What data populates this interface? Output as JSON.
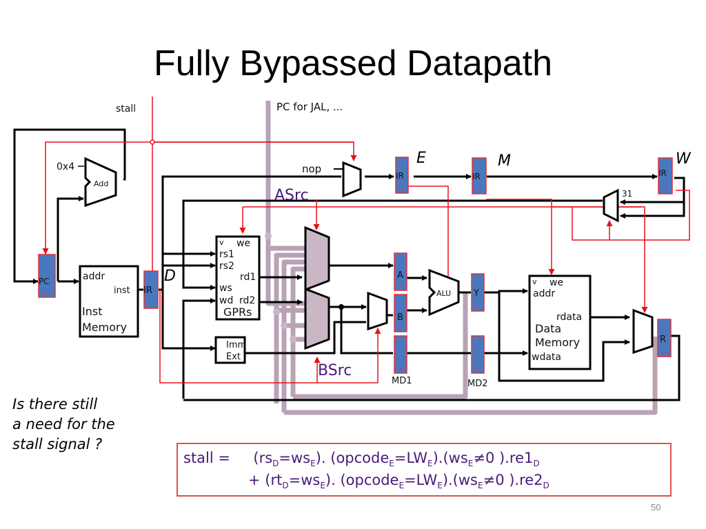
{
  "slide": {
    "title": "Fully Bypassed Datapath",
    "page_number": "50"
  },
  "diagram": {
    "signals": {
      "stall": "stall",
      "pc_for_jal": "PC for JAL, ...",
      "nop": "nop",
      "asrc": "ASrc",
      "bsrc": "BSrc",
      "const4": "0x4",
      "const31": "31"
    },
    "stages": [
      "D",
      "E",
      "M",
      "W"
    ],
    "components": {
      "adder": "Add",
      "pc": "PC",
      "inst_memory": {
        "addr": "addr",
        "inst": "inst",
        "name_line1": "Inst",
        "name_line2": "Memory"
      },
      "ir": "IR",
      "gprs": {
        "we": "we",
        "rs1": "rs1",
        "rs2": "rs2",
        "rd1": "rd1",
        "ws": "ws",
        "wd": "wd",
        "rd2": "rd2",
        "name": "GPRs"
      },
      "imm_ext": {
        "line1": "Imm",
        "line2": "Ext"
      },
      "reg_a": "A",
      "reg_b": "B",
      "md1": "MD1",
      "alu": "ALU",
      "reg_y": "Y",
      "md2": "MD2",
      "data_memory": {
        "we": "we",
        "addr": "addr",
        "rdata": "rdata",
        "name_line1": "Data",
        "name_line2": "Memory",
        "wdata": "wdata"
      },
      "reg_r": "R",
      "clock_mark": "^",
      "we_mark": "v"
    },
    "colors": {
      "register_fill": "#4a78bf",
      "register_border": "#e0303a",
      "control_wire": "#e8111b",
      "bypass_wire": "#b8a2b4",
      "text_purple": "#4b1a7a"
    }
  },
  "question": {
    "lines": [
      "Is there still",
      "a need for the",
      "stall signal ?"
    ]
  },
  "equation": {
    "line1": {
      "lhs": "stall =",
      "parts": [
        "(rs",
        "D",
        "=ws",
        "E",
        "). (opcode",
        "E",
        "=LW",
        "E",
        ").(ws",
        "E",
        "≠0 ).re1",
        "D"
      ]
    },
    "line2": {
      "lhs": "+",
      "parts": [
        "(rt",
        "D",
        "=ws",
        "E",
        "). (opcode",
        "E",
        "=LW",
        "E",
        ").(ws",
        "E",
        "≠0 ).re2",
        "D"
      ]
    }
  }
}
